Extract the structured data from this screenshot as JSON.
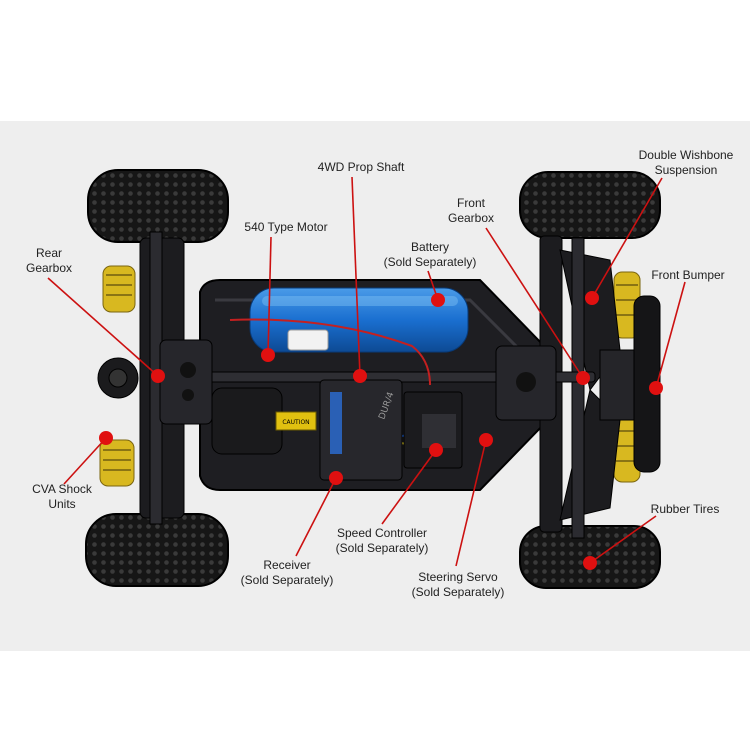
{
  "colors": {
    "background": "#eeeeee",
    "leader_line": "#cc1111",
    "dot": "#e01010",
    "chassis": "#1e1e22",
    "battery": "#1a6fd0",
    "shock_spring": "#d8b820"
  },
  "callouts": [
    {
      "id": "prop-shaft",
      "lines": [
        "4WD Prop Shaft"
      ]
    },
    {
      "id": "wishbone",
      "lines": [
        "Double Wishbone",
        "Suspension"
      ]
    },
    {
      "id": "front-gearbox",
      "lines": [
        "Front",
        "Gearbox"
      ]
    },
    {
      "id": "motor",
      "lines": [
        "540 Type Motor"
      ]
    },
    {
      "id": "battery",
      "lines": [
        "Battery",
        "(Sold Separately)"
      ]
    },
    {
      "id": "rear-gearbox",
      "lines": [
        "Rear",
        "Gearbox"
      ]
    },
    {
      "id": "front-bumper",
      "lines": [
        "Front Bumper"
      ]
    },
    {
      "id": "cva-shock",
      "lines": [
        "CVA Shock",
        "Units"
      ]
    },
    {
      "id": "rubber-tires",
      "lines": [
        "Rubber Tires"
      ]
    },
    {
      "id": "speed-controller",
      "lines": [
        "Speed Controller",
        "(Sold Separately)"
      ]
    },
    {
      "id": "receiver",
      "lines": [
        "Receiver",
        "(Sold Separately)"
      ]
    },
    {
      "id": "steering-servo",
      "lines": [
        "Steering Servo",
        "(Sold Separately)"
      ]
    }
  ],
  "chassis_decals": {
    "caution": "CAUTION",
    "brand": "DUR/4"
  }
}
